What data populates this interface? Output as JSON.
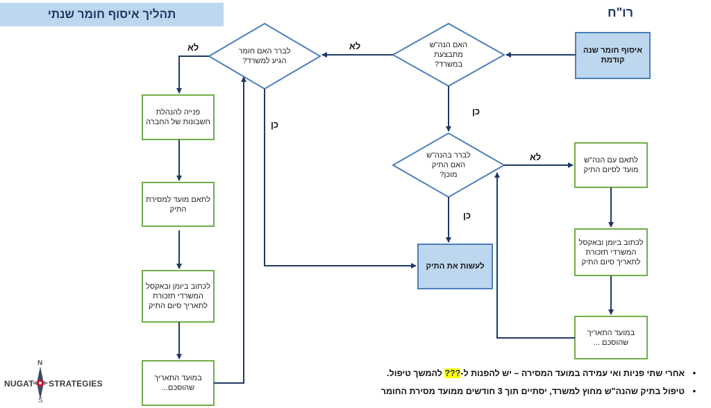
{
  "title": "תהליך איסוף חומר שנתי",
  "org": "רו\"ח",
  "nodes": {
    "start": "איסוף חומר שנה קודמת",
    "d1": "האם הנה\"ש מתבצעת במשרד?",
    "d2": "לברר האם חומר הגיע למשרד?",
    "d3": "לברר בהנה\"ש האם התיק מוכן?",
    "do_file": "לעשות את התיק",
    "r1": "לתאם עם הנה\"ש מועד לסיום התיק",
    "r2": "לכתוב ביומן ובאקסל המשרדי תזכורת לתאריך סיום התיק",
    "r3": "במועד התאריך שהוסכם ...",
    "l1": "פנייה להנהלת חשבונות של החברה",
    "l2": "לתאם מועד למסירת התיק",
    "l3": "לכתוב ביומן ובאקסל המשרדי תזכורת לתאריך סיום התיק",
    "l4": "במועד התאריך שהוסכם..."
  },
  "edge_labels": {
    "no": "לא",
    "yes": "כן"
  },
  "bullets": [
    {
      "before": "אחרי שתי פניות ואי עמידה במועד המסירה – יש להפנות ל-",
      "highlight": "???",
      "after": " להמשך טיפול."
    },
    {
      "before": "טיפול בתיק שהנה\"ש מחוץ למשרד, יסתיים תוך 3 חודשים ממועד מסירת החומר",
      "highlight": "",
      "after": ""
    }
  ],
  "logo": {
    "left_word": "NUGAT",
    "right_word": "STRATEGIES",
    "north": "N",
    "south": "S"
  },
  "colors": {
    "diamond_stroke": "#4a7ebb",
    "green_stroke": "#70ad47",
    "blue_fill": "#bdd7ee",
    "arrow": "#1f3864"
  }
}
